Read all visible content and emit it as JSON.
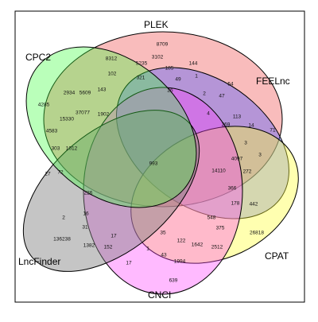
{
  "diagram": {
    "type": "venn-6",
    "colors": {
      "PLEK": "#f26b6b",
      "FEELnc": "#4f5bff",
      "CPAT": "#ffff3a",
      "CNCI": "#ff3aff",
      "LncFinder": "#7f7f7f",
      "CPC2": "#39ff39",
      "border": "#000000",
      "background": "#ffffff"
    },
    "sets": {
      "plek": "PLEK",
      "feelnc": "FEELnc",
      "cpat": "CPAT",
      "cnci": "CNCI",
      "lncfinder": "LncFinder",
      "cpc2": "CPC2"
    },
    "counts": {
      "c8709": "8709",
      "c8312": "8312",
      "c3102": "3102",
      "c5235": "5235",
      "c144": "144",
      "c102": "102",
      "c185": "185",
      "c49": "49",
      "c1a": "1",
      "c321": "321",
      "c54": "54",
      "c2934": "2934",
      "c5609": "5609",
      "c143": "143",
      "c26": "26",
      "c2a": "2",
      "c47": "47",
      "c4285": "4285",
      "c15330": "15330",
      "c37077": "37077",
      "c1902": "1902",
      "c4a": "4",
      "c113": "113",
      "c71": "71",
      "c4583": "4583",
      "c269": "269",
      "c14": "14",
      "c3a": "3",
      "c303": "303",
      "c1012": "1012",
      "c3b": "3",
      "c993": "993",
      "c4097": "4097",
      "c27": "27",
      "c72": "72",
      "c14110": "14110",
      "c272": "272",
      "c226": "226",
      "c366": "366",
      "c178": "178",
      "c442": "442",
      "c2b": "2",
      "c16": "16",
      "c548": "548",
      "c136238": "136238",
      "c31": "31",
      "c375": "375",
      "c26818": "26818",
      "c1382": "1382",
      "c152": "152",
      "c17a": "17",
      "c35": "35",
      "c1642": "1642",
      "c2512": "2512",
      "c122": "122",
      "c17b": "17",
      "c1b": "1",
      "c43": "43",
      "c1994": "1994",
      "c639": "639"
    }
  }
}
